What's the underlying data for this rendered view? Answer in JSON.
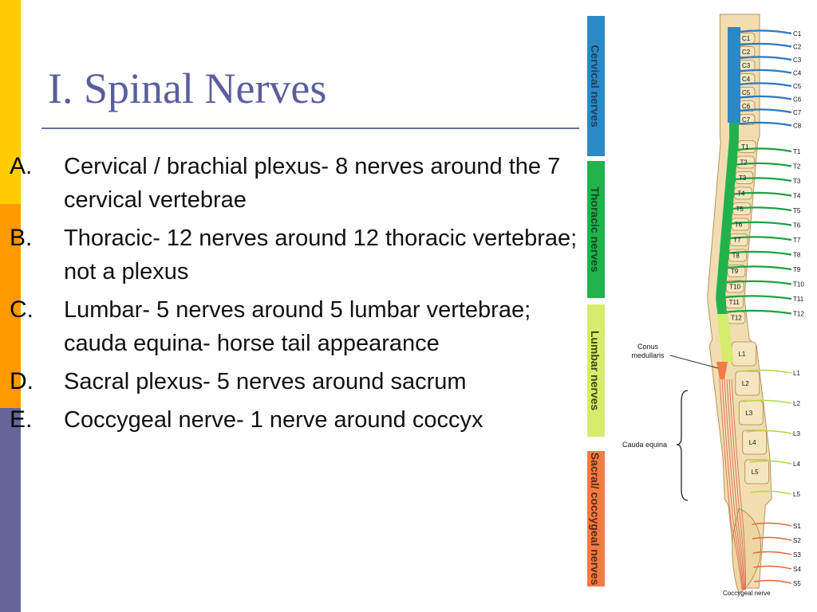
{
  "slide": {
    "title": "I. Spinal Nerves",
    "accent_colors": {
      "yellow": "#ffcc00",
      "orange": "#ff9900",
      "slate": "#66669a"
    },
    "bullets": [
      {
        "marker": "A.",
        "text": "Cervical / brachial plexus- 8 nerves around the 7 cervical vertebrae"
      },
      {
        "marker": "B.",
        "text": "Thoracic- 12 nerves around 12 thoracic vertebrae; not a plexus"
      },
      {
        "marker": "C.",
        "text": "Lumbar- 5 nerves around 5 lumbar vertebrae; cauda equina- horse tail appearance"
      },
      {
        "marker": "D.",
        "text": "Sacral plexus- 5 nerves around sacrum"
      },
      {
        "marker": "E.",
        "text": "Coccygeal nerve- 1 nerve around coccyx"
      }
    ]
  },
  "diagram": {
    "segments": [
      {
        "label": "Cervical nerves",
        "color": "#2b89c6"
      },
      {
        "label": "Thoracic nerves",
        "color": "#22b24b"
      },
      {
        "label": "Lumbar nerves",
        "color": "#d6ec6c"
      },
      {
        "label": "Sacral/ coccygeal nerves",
        "color": "#f47b45"
      }
    ],
    "nerve_labels": [
      "C1",
      "C2",
      "C3",
      "C4",
      "C5",
      "C6",
      "C7",
      "C8",
      "T1",
      "T2",
      "T3",
      "T4",
      "T5",
      "T6",
      "T7",
      "T8",
      "T9",
      "T10",
      "T11",
      "T12",
      "L1",
      "L2",
      "L3",
      "L4",
      "L5",
      "S1",
      "S2",
      "S3",
      "S4",
      "S5",
      "Coccygeal nerve"
    ],
    "vertebra_labels": [
      "C1",
      "C2",
      "C3",
      "C4",
      "C5",
      "C6",
      "C7",
      "T1",
      "T2",
      "T3",
      "T4",
      "T5",
      "T6",
      "T7",
      "T8",
      "T9",
      "T10",
      "T11",
      "T12",
      "L1",
      "L2",
      "L3",
      "L4",
      "L5"
    ],
    "annotations": {
      "conus_line1": "Conus",
      "conus_line2": "medullaris",
      "cauda_equina": "Cauda equina"
    }
  }
}
